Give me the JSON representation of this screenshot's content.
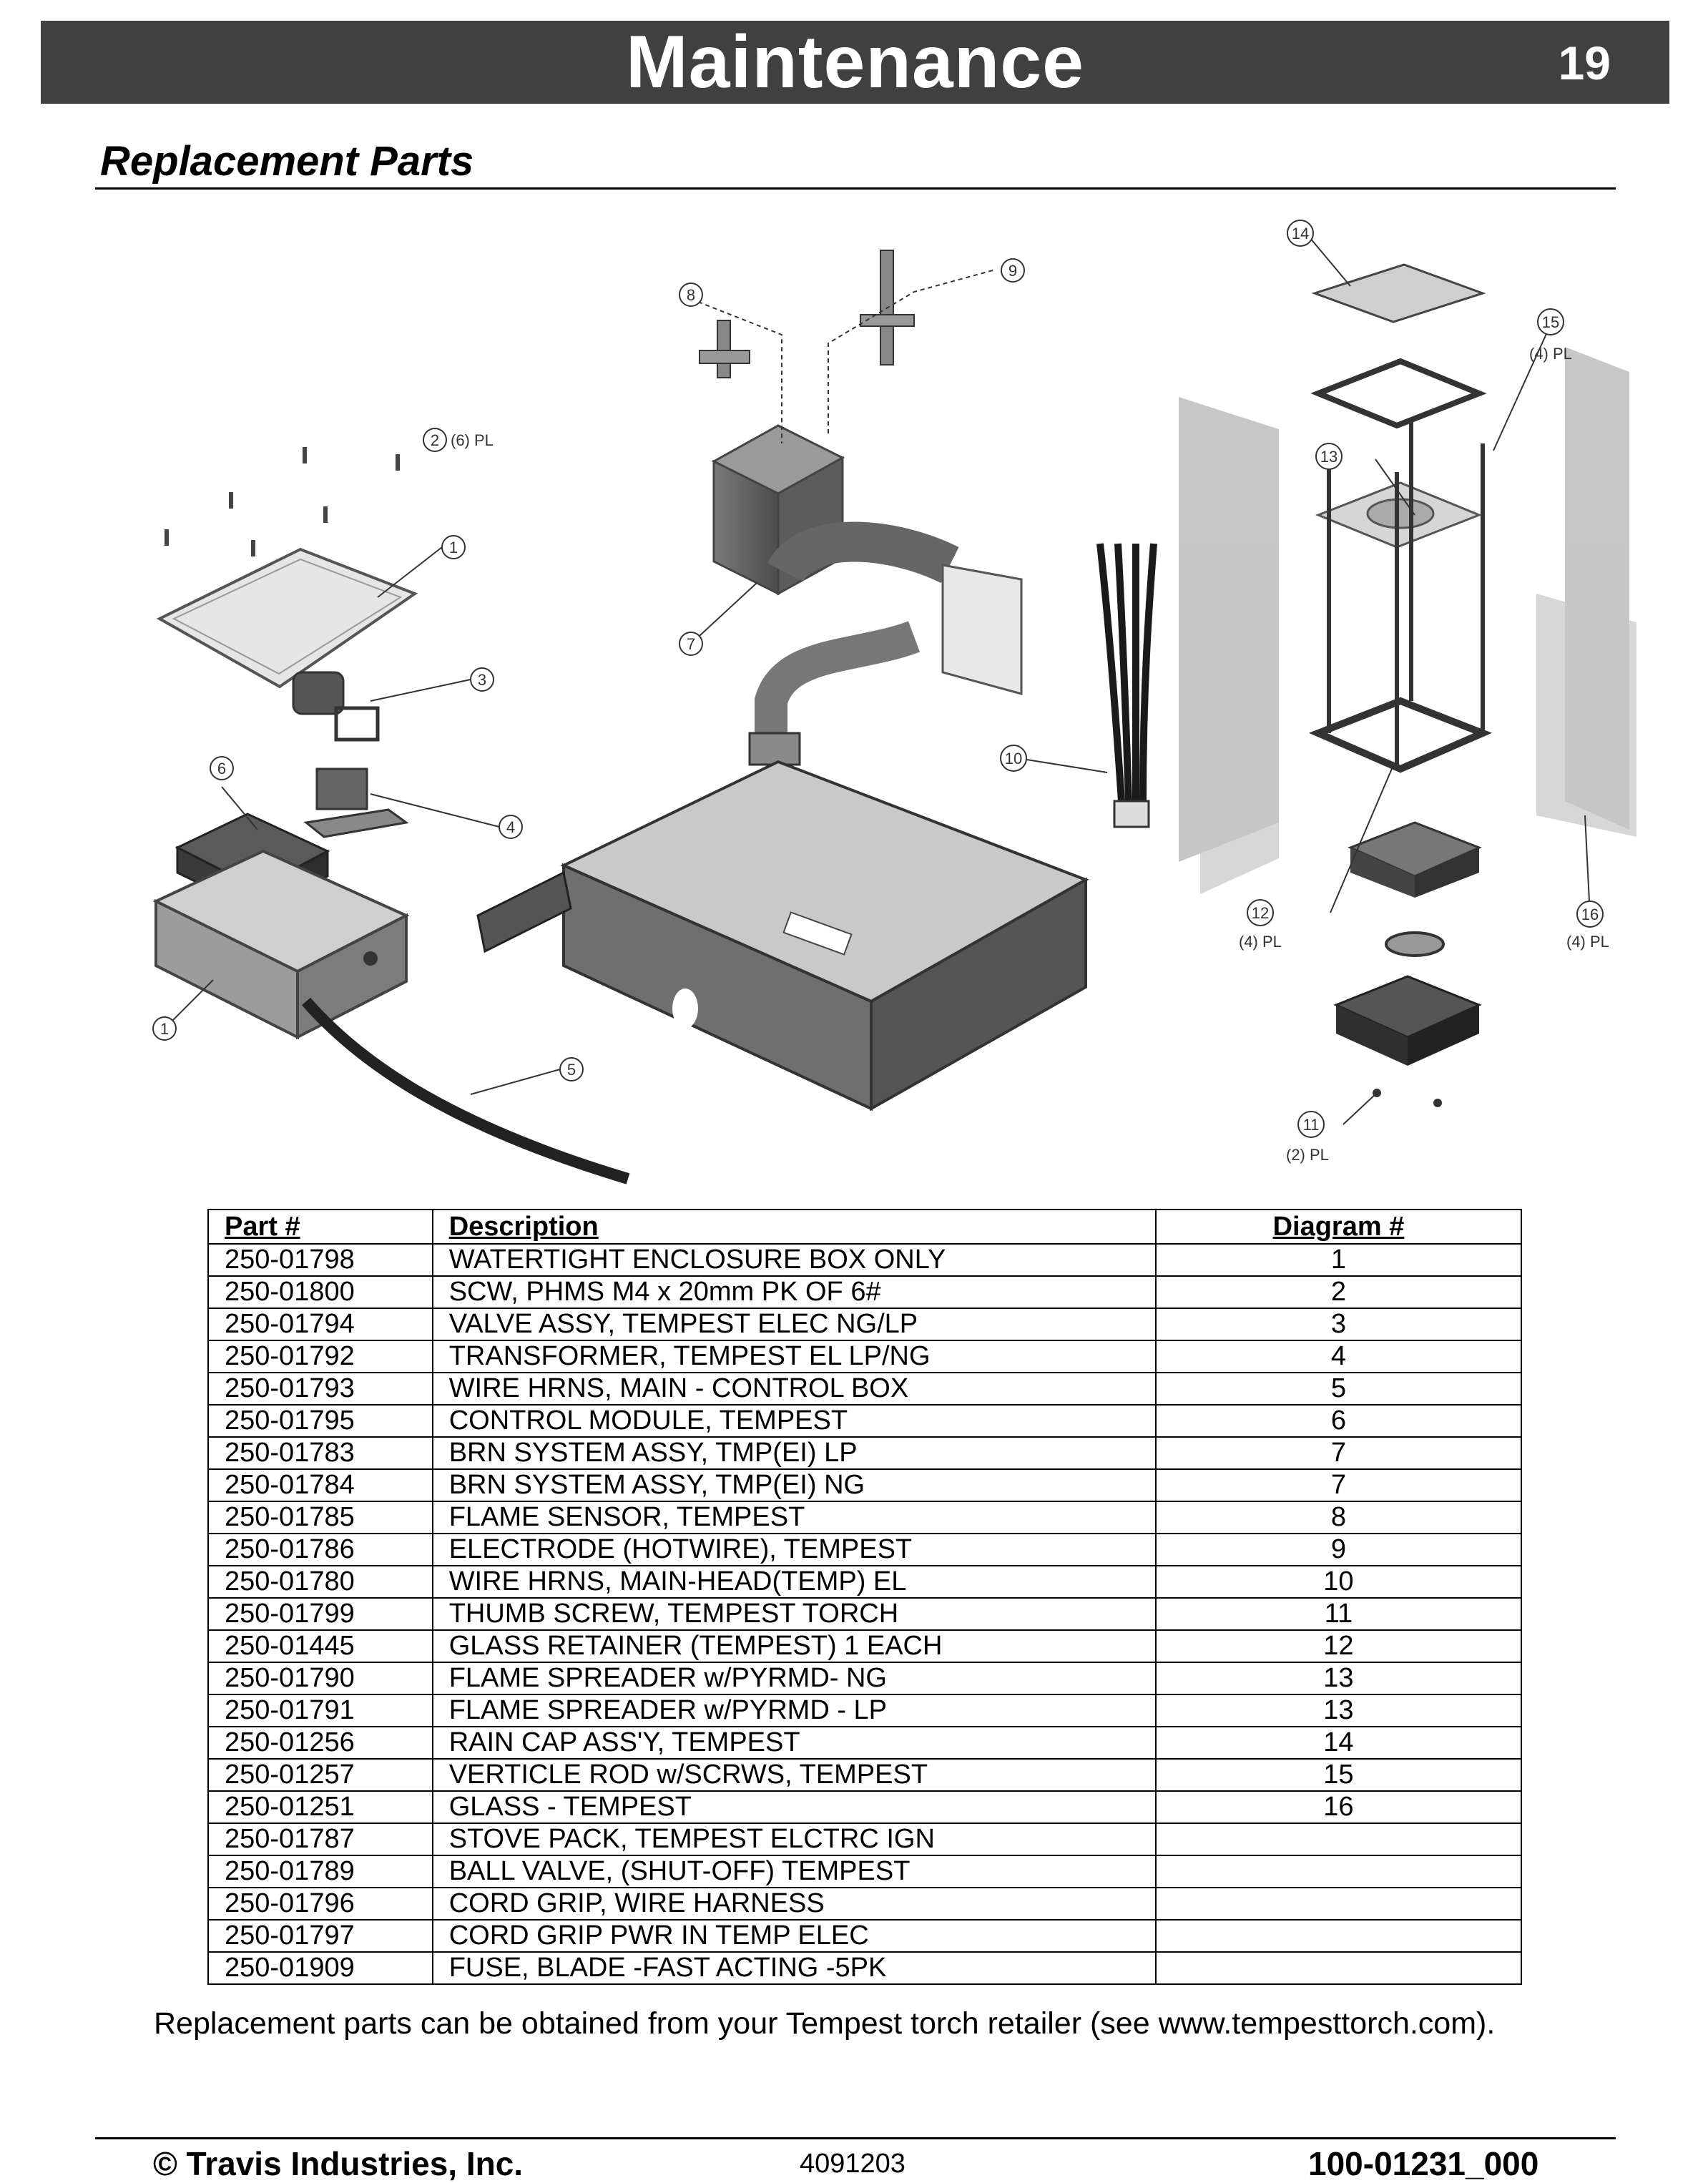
{
  "header": {
    "title": "Maintenance",
    "page_number": "19"
  },
  "section": {
    "title": "Replacement Parts"
  },
  "diagram": {
    "callouts": [
      {
        "num": "1"
      },
      {
        "num": "1"
      },
      {
        "num": "2",
        "qty": "(6) PL"
      },
      {
        "num": "3"
      },
      {
        "num": "4"
      },
      {
        "num": "5"
      },
      {
        "num": "6"
      },
      {
        "num": "7"
      },
      {
        "num": "8"
      },
      {
        "num": "9"
      },
      {
        "num": "10"
      },
      {
        "num": "11",
        "qty": "(2) PL"
      },
      {
        "num": "12",
        "qty": "(4) PL"
      },
      {
        "num": "13"
      },
      {
        "num": "14"
      },
      {
        "num": "15",
        "qty": "(4) PL"
      },
      {
        "num": "16",
        "qty": "(4) PL"
      }
    ]
  },
  "table": {
    "headers": {
      "part": "Part #",
      "description": "Description",
      "diagram": "Diagram #"
    },
    "rows": [
      {
        "part": "250-01798",
        "description": "WATERTIGHT ENCLOSURE BOX ONLY",
        "diagram": "1"
      },
      {
        "part": "250-01800",
        "description": "SCW, PHMS  M4 x 20mm  PK OF 6#",
        "diagram": "2"
      },
      {
        "part": "250-01794",
        "description": "VALVE ASSY, TEMPEST ELEC NG/LP",
        "diagram": "3"
      },
      {
        "part": "250-01792",
        "description": "TRANSFORMER, TEMPEST EL LP/NG",
        "diagram": "4"
      },
      {
        "part": "250-01793",
        "description": "WIRE HRNS, MAIN - CONTROL BOX",
        "diagram": "5"
      },
      {
        "part": "250-01795",
        "description": "CONTROL MODULE, TEMPEST",
        "diagram": "6"
      },
      {
        "part": "250-01783",
        "description": "BRN SYSTEM ASSY, TMP(EI) LP",
        "diagram": "7"
      },
      {
        "part": "250-01784",
        "description": "BRN SYSTEM ASSY, TMP(EI) NG",
        "diagram": "7"
      },
      {
        "part": "250-01785",
        "description": "FLAME SENSOR, TEMPEST",
        "diagram": "8"
      },
      {
        "part": "250-01786",
        "description": "ELECTRODE (HOTWIRE), TEMPEST",
        "diagram": "9"
      },
      {
        "part": "250-01780",
        "description": "WIRE HRNS, MAIN-HEAD(TEMP) EL",
        "diagram": "10"
      },
      {
        "part": "250-01799",
        "description": "THUMB SCREW, TEMPEST TORCH",
        "diagram": "11"
      },
      {
        "part": "250-01445",
        "description": "GLASS RETAINER (TEMPEST) 1 EACH",
        "diagram": "12"
      },
      {
        "part": "250-01790",
        "description": "FLAME SPREADER w/PYRMD- NG",
        "diagram": "13"
      },
      {
        "part": "250-01791",
        "description": "FLAME SPREADER w/PYRMD - LP",
        "diagram": "13"
      },
      {
        "part": "250-01256",
        "description": "RAIN CAP ASS'Y, TEMPEST",
        "diagram": "14"
      },
      {
        "part": "250-01257",
        "description": "VERTICLE ROD w/SCRWS, TEMPEST",
        "diagram": "15"
      },
      {
        "part": "250-01251",
        "description": "GLASS - TEMPEST",
        "diagram": "16"
      },
      {
        "part": "250-01787",
        "description": "STOVE PACK, TEMPEST ELCTRC IGN",
        "diagram": ""
      },
      {
        "part": "250-01789",
        "description": "BALL VALVE, (SHUT-OFF) TEMPEST",
        "diagram": ""
      },
      {
        "part": "250-01796",
        "description": "CORD GRIP, WIRE HARNESS",
        "diagram": ""
      },
      {
        "part": "250-01797",
        "description": "CORD GRIP PWR IN TEMP ELEC",
        "diagram": ""
      },
      {
        "part": "250-01909",
        "description": "FUSE, BLADE -FAST ACTING -5PK",
        "diagram": ""
      }
    ]
  },
  "note": "Replacement parts can be obtained from your Tempest torch retailer (see www.tempesttorch.com).",
  "footer": {
    "left": "© Travis Industries, Inc.",
    "middle": "4091203",
    "right": "100-01231_000"
  }
}
